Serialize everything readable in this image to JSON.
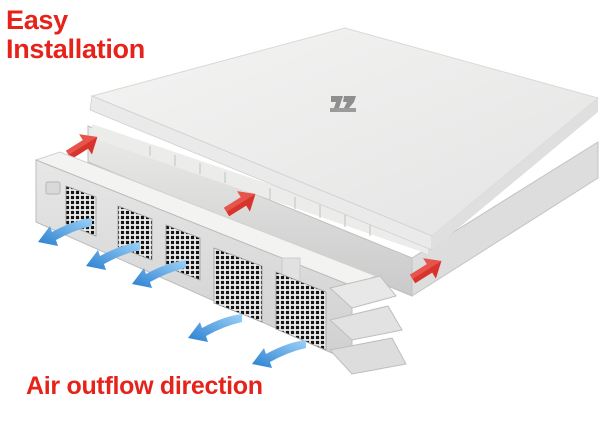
{
  "captions": {
    "installation_line1": "Easy",
    "installation_line2": "Installation",
    "airflow": "Air outflow direction"
  },
  "colors": {
    "caption_red": "#e5231b",
    "intake_arrow": "#d9332e",
    "outflow_arrow": "#3d93dc",
    "console_body": "#f2f3f2",
    "fan_grille": "#141414"
  },
  "icons": {
    "intake_arrow": "red-arrow-icon",
    "outflow_arrow": "blue-curved-arrow-icon",
    "console_logo": "console-logo-icon"
  },
  "scene": {
    "fans_count": 5,
    "intake_arrows": 3,
    "outflow_arrows": 5
  }
}
